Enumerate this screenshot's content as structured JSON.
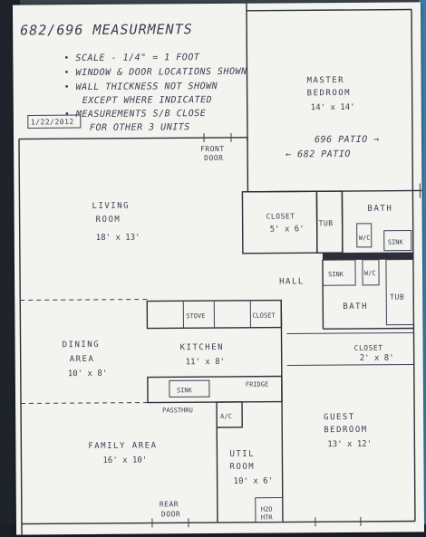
{
  "title": "682/696 MEASURMENTS",
  "notes": [
    "• SCALE - 1/4\" = 1 FOOT",
    "• WINDOW & DOOR LOCATIONS SHOWN",
    "• WALL THICKNESS NOT SHOWN",
    "EXCEPT WHERE INDICATED",
    "• MEASUREMENTS S/B CLOSE",
    "FOR OTHER 3 UNITS"
  ],
  "date": "1/22/2012",
  "labels": {
    "master_bedroom": [
      "MASTER",
      "BEDROOM"
    ],
    "master_dim": "14' x 14'",
    "patio_696": "696 PATIO →",
    "patio_682": "← 682 PATIO",
    "front_door": [
      "FRONT",
      "DOOR"
    ],
    "living_room": [
      "LIVING",
      "ROOM"
    ],
    "living_dim": "18' x 13'",
    "closet_main": "CLOSET",
    "closet_main_dim": "5' x 6'",
    "tub": "TUB",
    "bath": "BATH",
    "wc": "W/C",
    "sink": "SINK",
    "hall": "HALL",
    "stove": "STOVE",
    "closet_small": "CLOSET",
    "dining": [
      "DINING",
      "AREA"
    ],
    "dining_dim": "10' x 8'",
    "kitchen": "KITCHEN",
    "kitchen_dim": "11' x 8'",
    "closet2": "CLOSET",
    "closet2_dim": "2' x 8'",
    "fridge": "FRIDGE",
    "passthru": "PASSTHRU",
    "ac": "A/C",
    "guest": [
      "GUEST",
      "BEDROOM"
    ],
    "guest_dim": "13' x 12'",
    "family": "FAMILY AREA",
    "family_dim": "16' x 10'",
    "util": [
      "UTIL",
      "ROOM"
    ],
    "util_dim": "10' x 6'",
    "rear_door": [
      "REAR",
      "DOOR"
    ],
    "h2o": [
      "H2O",
      "HTR"
    ]
  }
}
